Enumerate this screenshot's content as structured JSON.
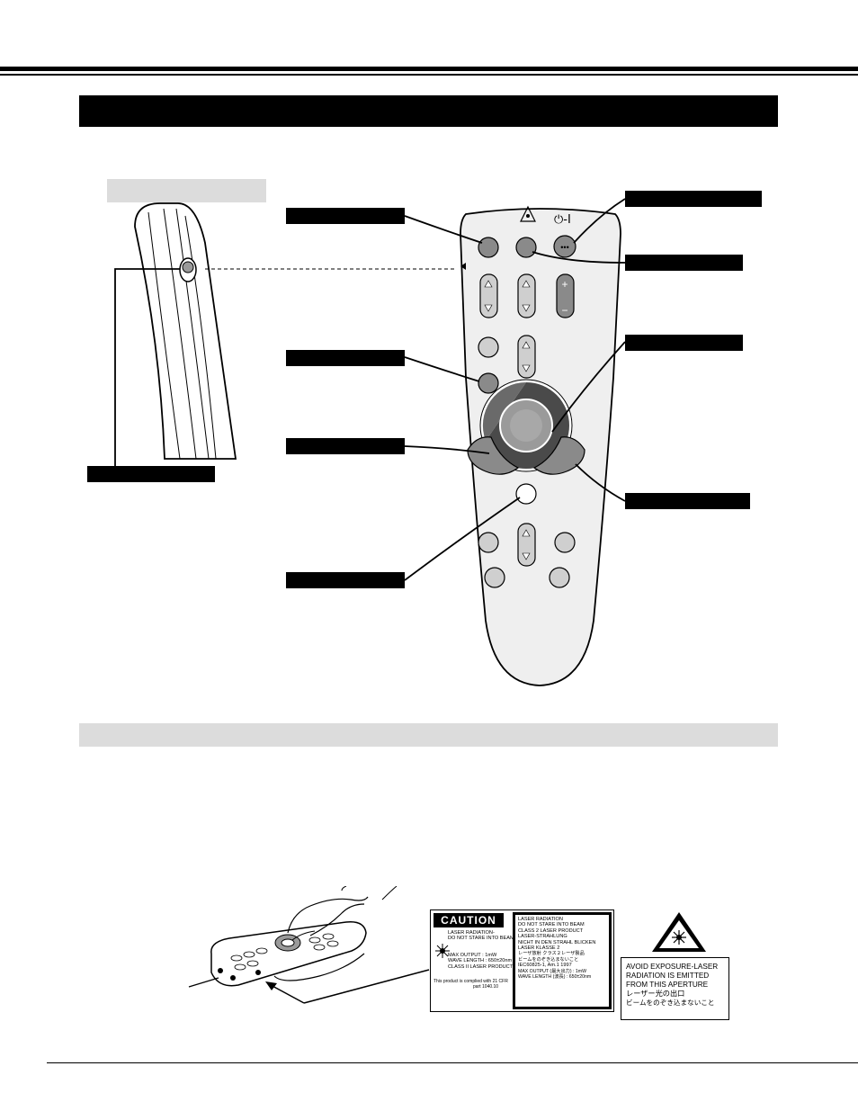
{
  "caution_label": {
    "title": "CAUTION",
    "left_lines": [
      "LASER RADIATION-",
      "DO NOT STARE INTO BEAM"
    ],
    "left_specs": [
      "MAX OUTPUT : 1mW",
      "WAVE LENGTH : 650±20nm",
      "CLASS II LASER PRODUCT"
    ],
    "compliance": [
      "This product is complied with 21 CFR",
      "part 1040.10"
    ],
    "right_lines": [
      "LASER RADIATION",
      "DO NOT STARE INTO BEAM",
      "CLASS 2 LASER PRODUCT",
      "LASER-STRAHLUNG",
      "NICHT IN DEN STRAHL BLICKEN",
      "LASER KLASSE 2",
      "レーザ放射 クラス２レーザ製品",
      "ビームをのぞき込まないこと",
      "IEC60825-1, Am.1 1997",
      "MAX OUTPUT (最大出力) : 1mW",
      "WAVE LENGTH (波長) : 650±20nm"
    ]
  },
  "aperture_label": {
    "lines": [
      "AVOID EXPOSURE-LASER",
      "RADIATION IS EMITTED",
      "FROM THIS APERTURE",
      "レーザー光の出口",
      "ビームをのぞき込まないこと"
    ]
  },
  "icons": {
    "laser": "laser-starburst-icon",
    "power": "power-icon",
    "warning": "laser-warning-triangle-icon"
  },
  "remote_symbols": {
    "power": "⏻-I",
    "dots": "•••",
    "plus": "+",
    "minus": "−"
  },
  "colors": {
    "button_dark": "#8a8a8a",
    "button_light": "#cfcfcf",
    "remote_body": "#efefef",
    "ring_dark": "#4a4a4a"
  }
}
